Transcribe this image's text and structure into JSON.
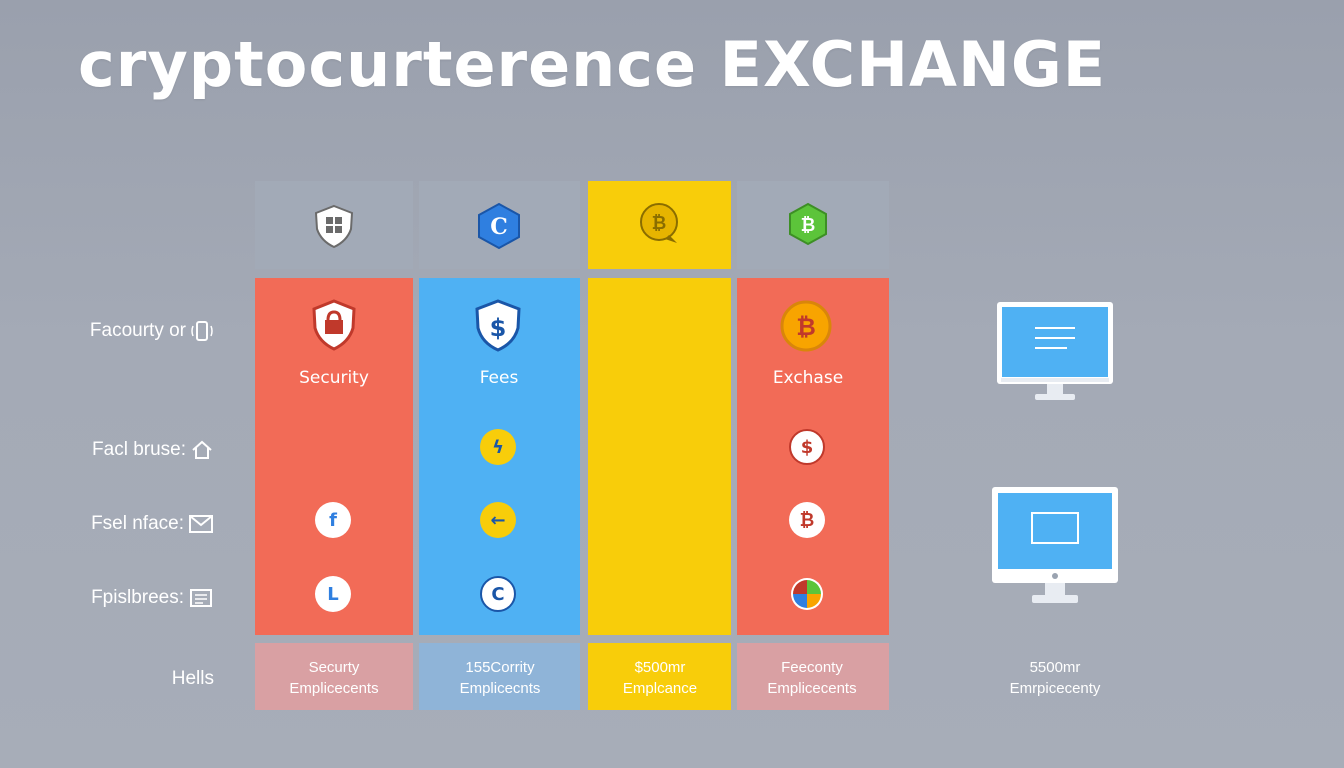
{
  "title": "cryptocurterence EXCHANGE",
  "columns": [
    {
      "label": "Security",
      "foot_line1": "Securty",
      "foot_line2": "Emplicecents"
    },
    {
      "label": "Fees",
      "foot_line1": "155Corrity",
      "foot_line2": "Emplicecnts"
    },
    {
      "label": "",
      "foot_line1": "$500mr",
      "foot_line2": "Emplcance"
    },
    {
      "label": "Exchase",
      "foot_line1": "Feeconty",
      "foot_line2": "Emplicecents"
    }
  ],
  "side_foot": {
    "line1": "5500mr",
    "line2": "Emrpicecenty"
  },
  "row_labels": [
    "Facourty or",
    "Facl bruse:",
    "Fsel nface:",
    "Fpislbrees:",
    "Hells"
  ],
  "icons": {
    "head": [
      "shield-grid-icon",
      "c-shield-icon",
      "bitcoin-chat-icon",
      "bitcoin-hex-icon"
    ],
    "body_top": [
      "shield-lock-icon",
      "shield-dollar-icon",
      "bitcoin-coin-icon"
    ],
    "glyphs": {
      "f": "f",
      "l": "L",
      "c": "C",
      "dollar": "$",
      "bitcoin": "₿",
      "bolt": "ϟ",
      "arrow": "←"
    }
  },
  "colors": {
    "red": "#f26b57",
    "blue": "#4fb1f3",
    "yellow": "#f8cd0a",
    "head_gray": "#a2aab7",
    "foot_red": "#d9a0a3",
    "foot_blue": "#8fb4d8",
    "foot_yellow": "#f8cd0a"
  }
}
